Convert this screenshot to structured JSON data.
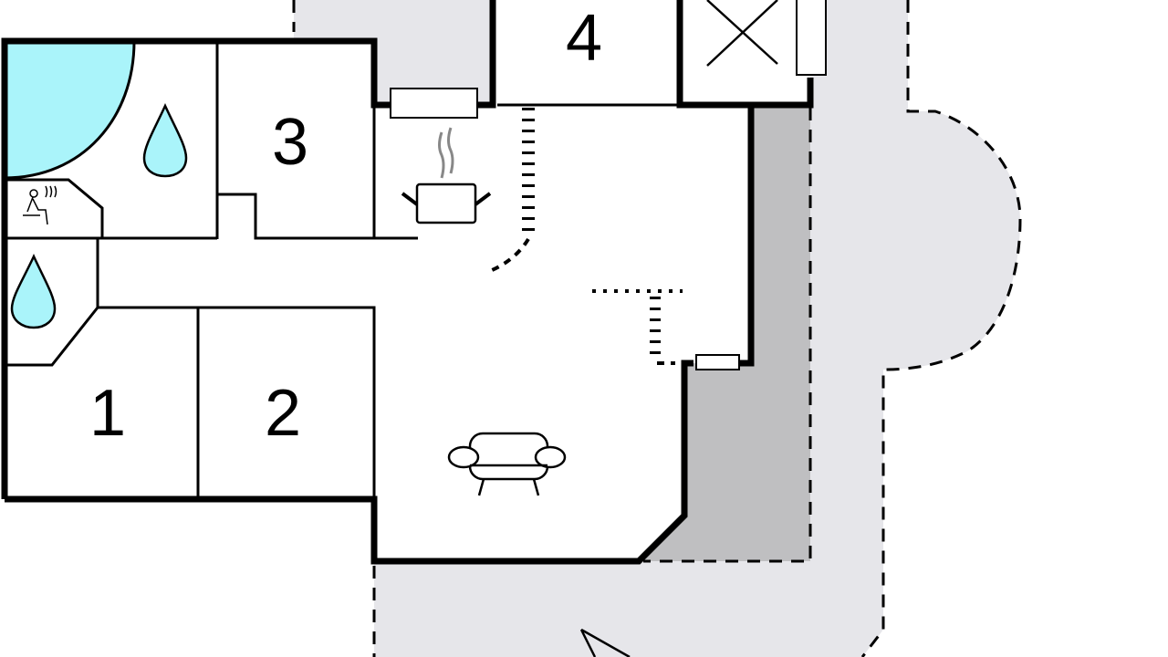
{
  "floor_plan": {
    "rooms": [
      {
        "id": "room-1",
        "label": "1"
      },
      {
        "id": "room-2",
        "label": "2"
      },
      {
        "id": "room-3",
        "label": "3"
      },
      {
        "id": "room-4",
        "label": "4"
      }
    ],
    "symbols": [
      "pool-icon",
      "water-drop-icon",
      "sauna-icon",
      "cooking-pot-icon",
      "sofa-icon",
      "window-icon",
      "compass-arrow-icon"
    ],
    "colors": {
      "terrace": "#e6e6ea",
      "covered_terrace": "#bfbfc1",
      "water": "#aaf4fa",
      "wall": "#000000"
    }
  }
}
